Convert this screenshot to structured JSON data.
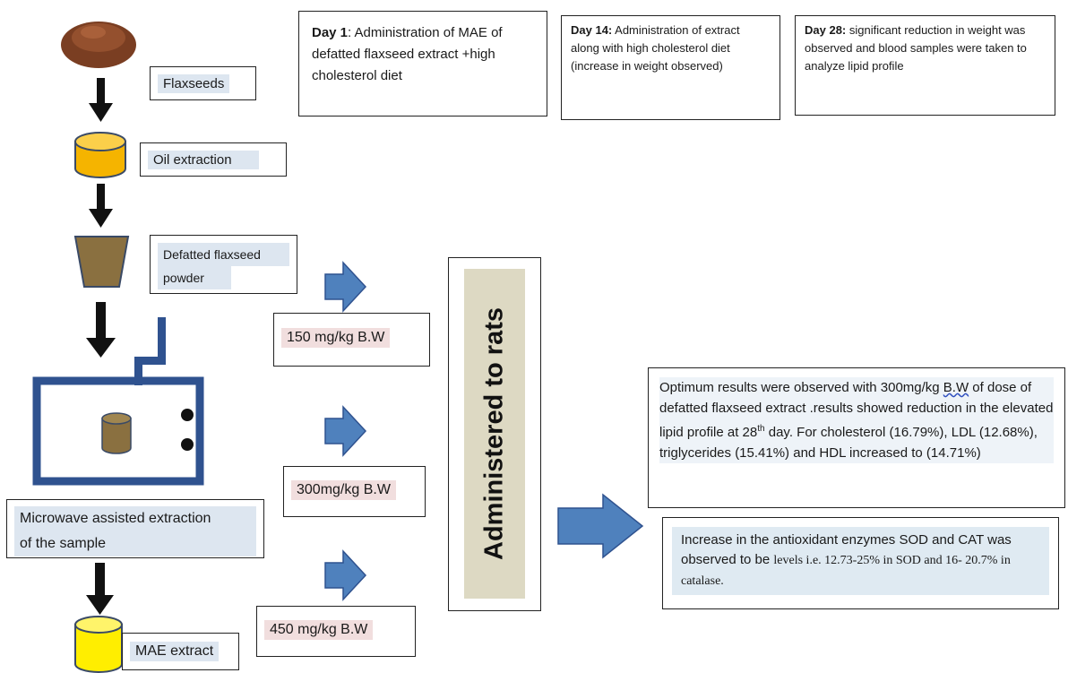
{
  "steps": {
    "flaxseeds": "Flaxseeds",
    "oil_extraction": "Oil extraction",
    "defatted_powder_line1": "Defatted flaxseed",
    "defatted_powder_line2": "powder",
    "microwave_line1": "Microwave assisted extraction",
    "microwave_line2": "of the sample",
    "mae_extract": "MAE extract"
  },
  "doses": [
    "150 mg/kg B.W",
    "300mg/kg B.W",
    "450 mg/kg B.W"
  ],
  "administered": "Administered to rats",
  "timeline": {
    "day1_label": "Day 1",
    "day1_text": ": Administration of MAE of defatted flaxseed extract +high cholesterol diet",
    "day14_label": "Day 14:",
    "day14_text": " Administration of extract along with high cholesterol diet (increase in weight observed)",
    "day28_label": "Day 28:",
    "day28_text": " significant reduction in weight was observed and blood samples were taken to analyze lipid profile"
  },
  "results": {
    "lipid_pre": "Optimum results were observed with 300mg/kg ",
    "lipid_bw": "B.W",
    "lipid_mid": " of dose of defatted flaxseed extract .results showed reduction in the elevated lipid profile at 28",
    "lipid_sup": "th",
    "lipid_post": " day. For cholesterol (16.79%), LDL (12.68%), triglycerides (15.41%) and HDL increased to (14.71%)",
    "antioxidant_a": "Increase in the antioxidant enzymes SOD and CAT was observed to be ",
    "antioxidant_b": "levels i.e. 12.73-25% in SOD and 16- 20.7% in catalase."
  },
  "colors": {
    "arrow_blue": "#4f81bd",
    "oil_cup": "#f5b400",
    "powder": "#8a7040",
    "mae_cup": "#ffee00",
    "admin_bg": "#ddd9c3"
  }
}
